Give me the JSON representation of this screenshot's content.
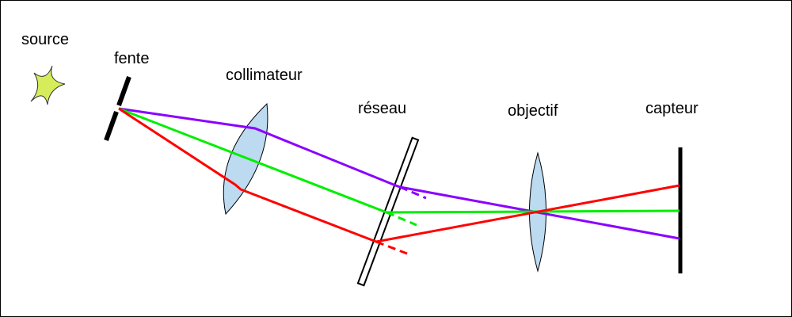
{
  "labels": {
    "source": "source",
    "fente": "fente",
    "collimateur": "collimateur",
    "reseau": "réseau",
    "objectif": "objectif",
    "capteur": "capteur"
  },
  "colors": {
    "violet": "#8a00ff",
    "green": "#00ee00",
    "red": "#ff0000",
    "lens": "#bcdaf0",
    "star": "#d6ec5a"
  }
}
